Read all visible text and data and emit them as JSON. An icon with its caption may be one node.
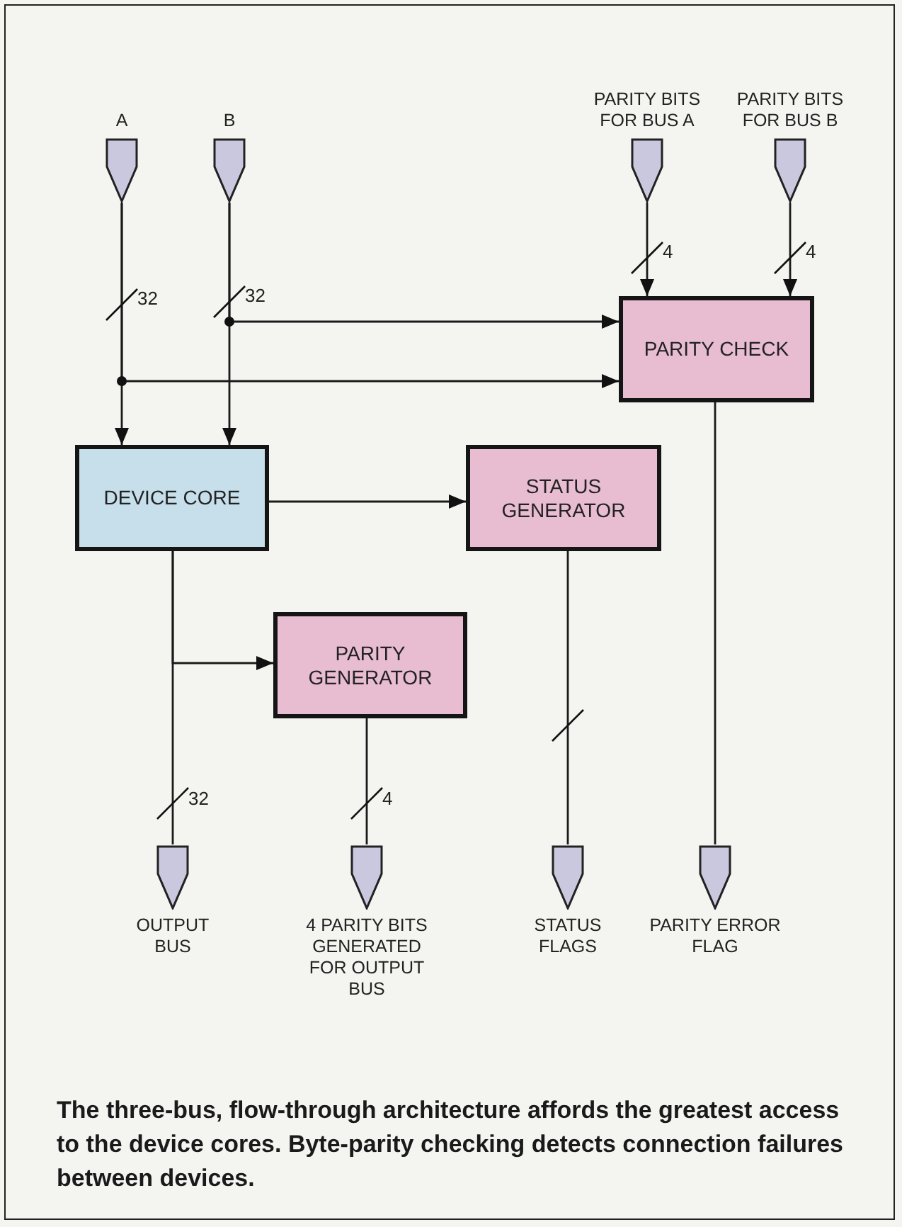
{
  "diagram": {
    "caption": "The three-bus, flow-through architecture affords the greatest access to the device cores. Byte-parity checking detects connection failures between devices.",
    "nodes": [
      {
        "text": [
          "A"
        ]
      },
      {
        "text": [
          "B"
        ]
      },
      {
        "text": [
          "PARITY BITS FOR BUS A"
        ]
      },
      {
        "text": [
          "PARITY BITS FOR BUS B"
        ]
      },
      {
        "text": [
          "PARITY CHECK"
        ]
      },
      {
        "text": [
          "DEVICE CORE"
        ]
      },
      {
        "text": [
          "STATUS GENERATOR"
        ]
      },
      {
        "text": [
          "PARITY GENERATOR"
        ]
      },
      {
        "text": [
          "OUTPUT BUS"
        ]
      },
      {
        "text": [
          "4 PARITY BITS GENERATED FOR OUTPUT BUS"
        ]
      },
      {
        "text": [
          "STATUS FLAGS"
        ]
      },
      {
        "text": [
          "PARITY ERROR FLAG"
        ]
      }
    ],
    "edges": [
      {
        "from": 0,
        "to": 5,
        "arrow": "to"
      },
      {
        "from": 0,
        "to": 4,
        "arrow": "to"
      },
      {
        "from": 1,
        "to": 5,
        "arrow": "to"
      },
      {
        "from": 1,
        "to": 4,
        "arrow": "to"
      },
      {
        "from": 2,
        "to": 4,
        "arrow": "to"
      },
      {
        "from": 3,
        "to": 4,
        "arrow": "to"
      },
      {
        "from": 5,
        "to": 6,
        "arrow": "to"
      },
      {
        "from": 5,
        "to": 7,
        "arrow": "to"
      },
      {
        "from": 5,
        "to": 8,
        "arrow": "none"
      },
      {
        "from": 7,
        "to": 9,
        "arrow": "none"
      },
      {
        "from": 6,
        "to": 10,
        "arrow": "none"
      },
      {
        "from": 4,
        "to": 11,
        "arrow": "none"
      }
    ],
    "labels": [
      "32",
      "32",
      "4",
      "4",
      "32",
      "4"
    ]
  }
}
